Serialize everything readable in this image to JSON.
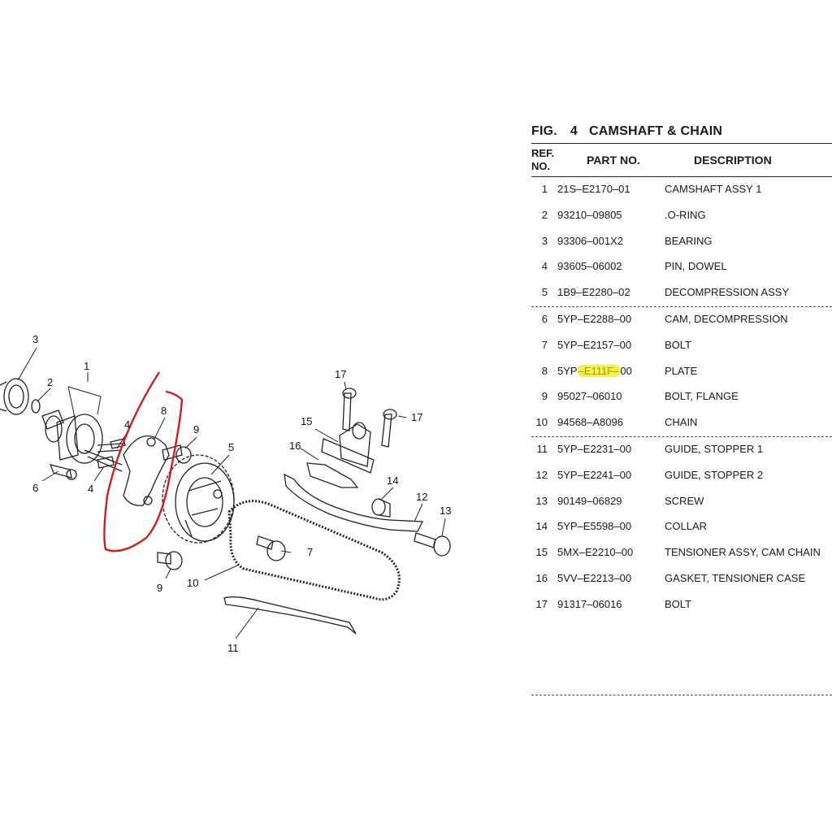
{
  "figure": {
    "label": "FIG.",
    "number": "4",
    "title": "CAMSHAFT & CHAIN"
  },
  "table": {
    "headers": {
      "ref_line1": "REF.",
      "ref_line2": "NO.",
      "part_no": "PART NO.",
      "description": "DESCRIPTION"
    },
    "rows": [
      {
        "ref": "1",
        "part_no": "21S–E2170–01",
        "description": "CAMSHAFT ASSY 1"
      },
      {
        "ref": "2",
        "part_no": "93210–09805",
        "description": ".O-RING"
      },
      {
        "ref": "3",
        "part_no": "93306–001X2",
        "description": "BEARING"
      },
      {
        "ref": "4",
        "part_no": "93605–06002",
        "description": "PIN, DOWEL"
      },
      {
        "ref": "5",
        "part_no": "1B9–E2280–02",
        "description": "DECOMPRESSION ASSY"
      },
      {
        "ref": "6",
        "part_no": "5YP–E2288–00",
        "description": "CAM, DECOMPRESSION"
      },
      {
        "ref": "7",
        "part_no": "5YP–E2157–00",
        "description": "BOLT"
      },
      {
        "ref": "8",
        "part_no_prefix": "5YP",
        "part_no_highlight": "–E111F–",
        "part_no_suffix": "00",
        "description": "PLATE"
      },
      {
        "ref": "9",
        "part_no": "95027–06010",
        "description": "BOLT, FLANGE"
      },
      {
        "ref": "10",
        "part_no": "94568–A8096",
        "description": "CHAIN"
      },
      {
        "ref": "11",
        "part_no": "5YP–E2231–00",
        "description": "GUIDE, STOPPER 1"
      },
      {
        "ref": "12",
        "part_no": "5YP–E2241–00",
        "description": "GUIDE, STOPPER 2"
      },
      {
        "ref": "13",
        "part_no": "90149–06829",
        "description": "SCREW"
      },
      {
        "ref": "14",
        "part_no": "5YP–E5598–00",
        "description": "COLLAR"
      },
      {
        "ref": "15",
        "part_no": "5MX–E2210–00",
        "description": "TENSIONER ASSY, CAM CHAIN"
      },
      {
        "ref": "16",
        "part_no": "5VV–E2213–00",
        "description": "GASKET, TENSIONER CASE"
      },
      {
        "ref": "17",
        "part_no": "91317–06016",
        "description": "BOLT"
      }
    ]
  },
  "diagram": {
    "callouts": [
      "1",
      "2",
      "3",
      "4",
      "4",
      "5",
      "6",
      "7",
      "8",
      "9",
      "9",
      "10",
      "11",
      "12",
      "13",
      "14",
      "15",
      "16",
      "17",
      "17"
    ],
    "colors": {
      "line": "#222222",
      "highlight_circle": "#cc1f1f",
      "part_highlight": "#f6f04a"
    }
  }
}
